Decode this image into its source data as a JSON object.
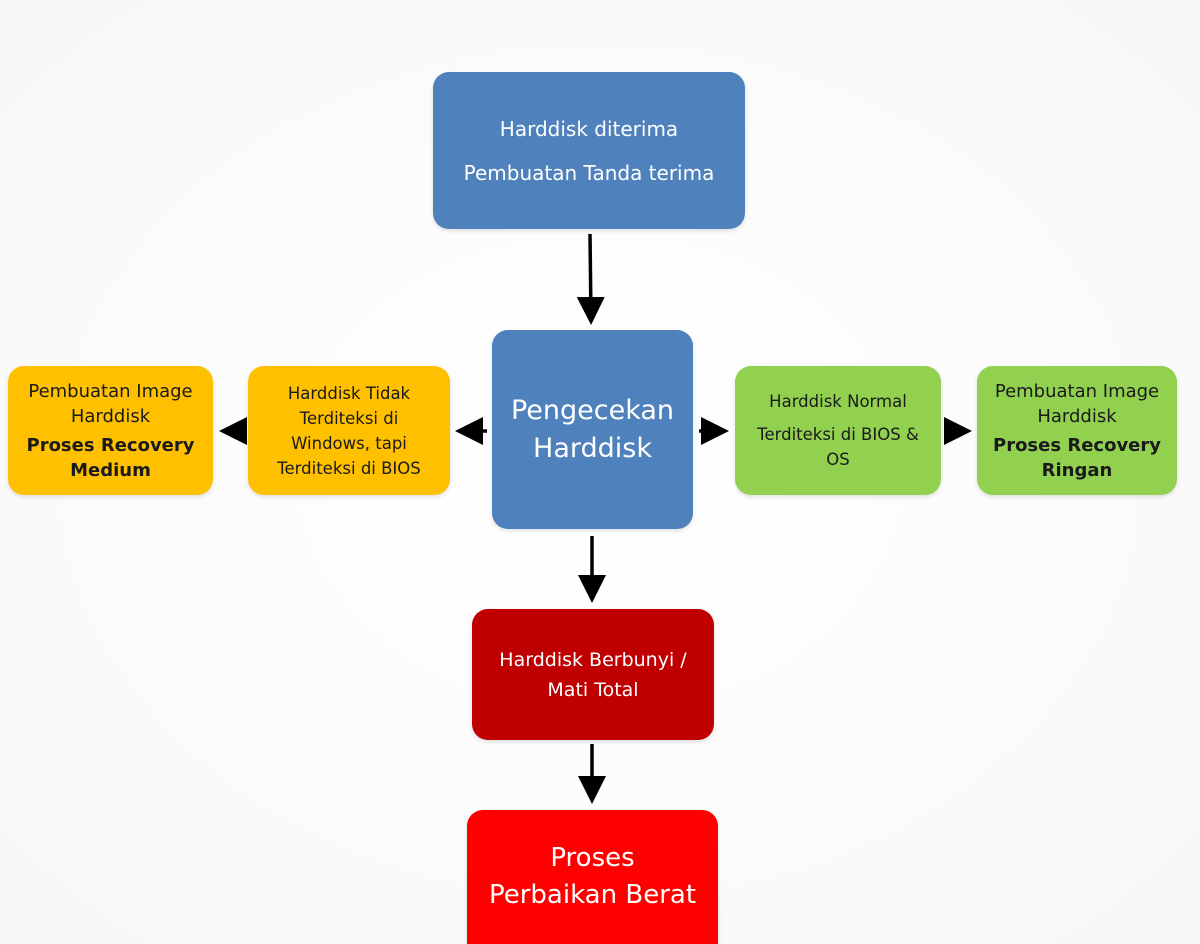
{
  "nodes": {
    "received": {
      "line1": "Harddisk diterima",
      "line2": "Pembuatan Tanda terima"
    },
    "check": {
      "line1": "Pengecekan",
      "line2": "Harddisk"
    },
    "not_detected_windows": {
      "line1": "Harddisk Tidak",
      "line2": "Terditeksi di",
      "line3": "Windows, tapi",
      "line4": "Terditeksi di BIOS"
    },
    "medium_recovery": {
      "line1": "Pembuatan Image",
      "line2": "Harddisk",
      "line3": "Proses Recovery",
      "line4": "Medium"
    },
    "normal": {
      "line1": "Harddisk Normal",
      "line2": "Terditeksi di BIOS &",
      "line3": "OS"
    },
    "light_recovery": {
      "line1": "Pembuatan Image",
      "line2": "Harddisk",
      "line3": "Proses Recovery",
      "line4": "Ringan"
    },
    "noisy_dead": {
      "line1": "Harddisk Berbunyi /",
      "line2": "Mati Total"
    },
    "heavy_repair": {
      "line1": "Proses",
      "line2": "Perbaikan Berat"
    }
  },
  "colors": {
    "blue": "#4f81bd",
    "orange": "#ffc000",
    "green": "#92d050",
    "dark_red": "#c00000",
    "red": "#ff0000",
    "arrow": "#000000"
  }
}
